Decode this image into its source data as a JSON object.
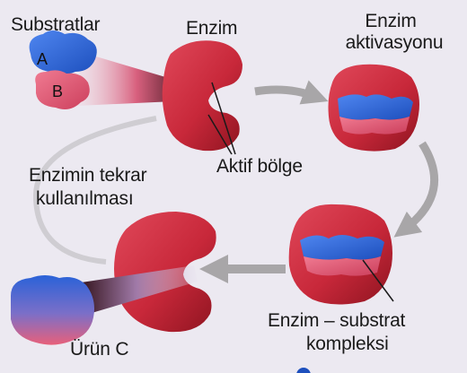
{
  "labels": {
    "substrates": "Substratlar",
    "substrate_a": "A",
    "substrate_b": "B",
    "enzyme": "Enzim",
    "activation_line1": "Enzim",
    "activation_line2": "aktivasyonu",
    "active_site": "Aktif bölge",
    "reuse_line1": "Enzimin tekrar",
    "reuse_line2": "kullanılması",
    "complex_line1": "Enzim – substrat",
    "complex_line2": "kompleksi",
    "product": "Ürün C"
  },
  "colors": {
    "background": "#ece9f1",
    "enzyme_red": "#c8283a",
    "enzyme_dark": "#8e1420",
    "substrate_blue": "#2a62d8",
    "substrate_pink": "#e8607a",
    "arrow_gray": "#a8a6a8"
  }
}
